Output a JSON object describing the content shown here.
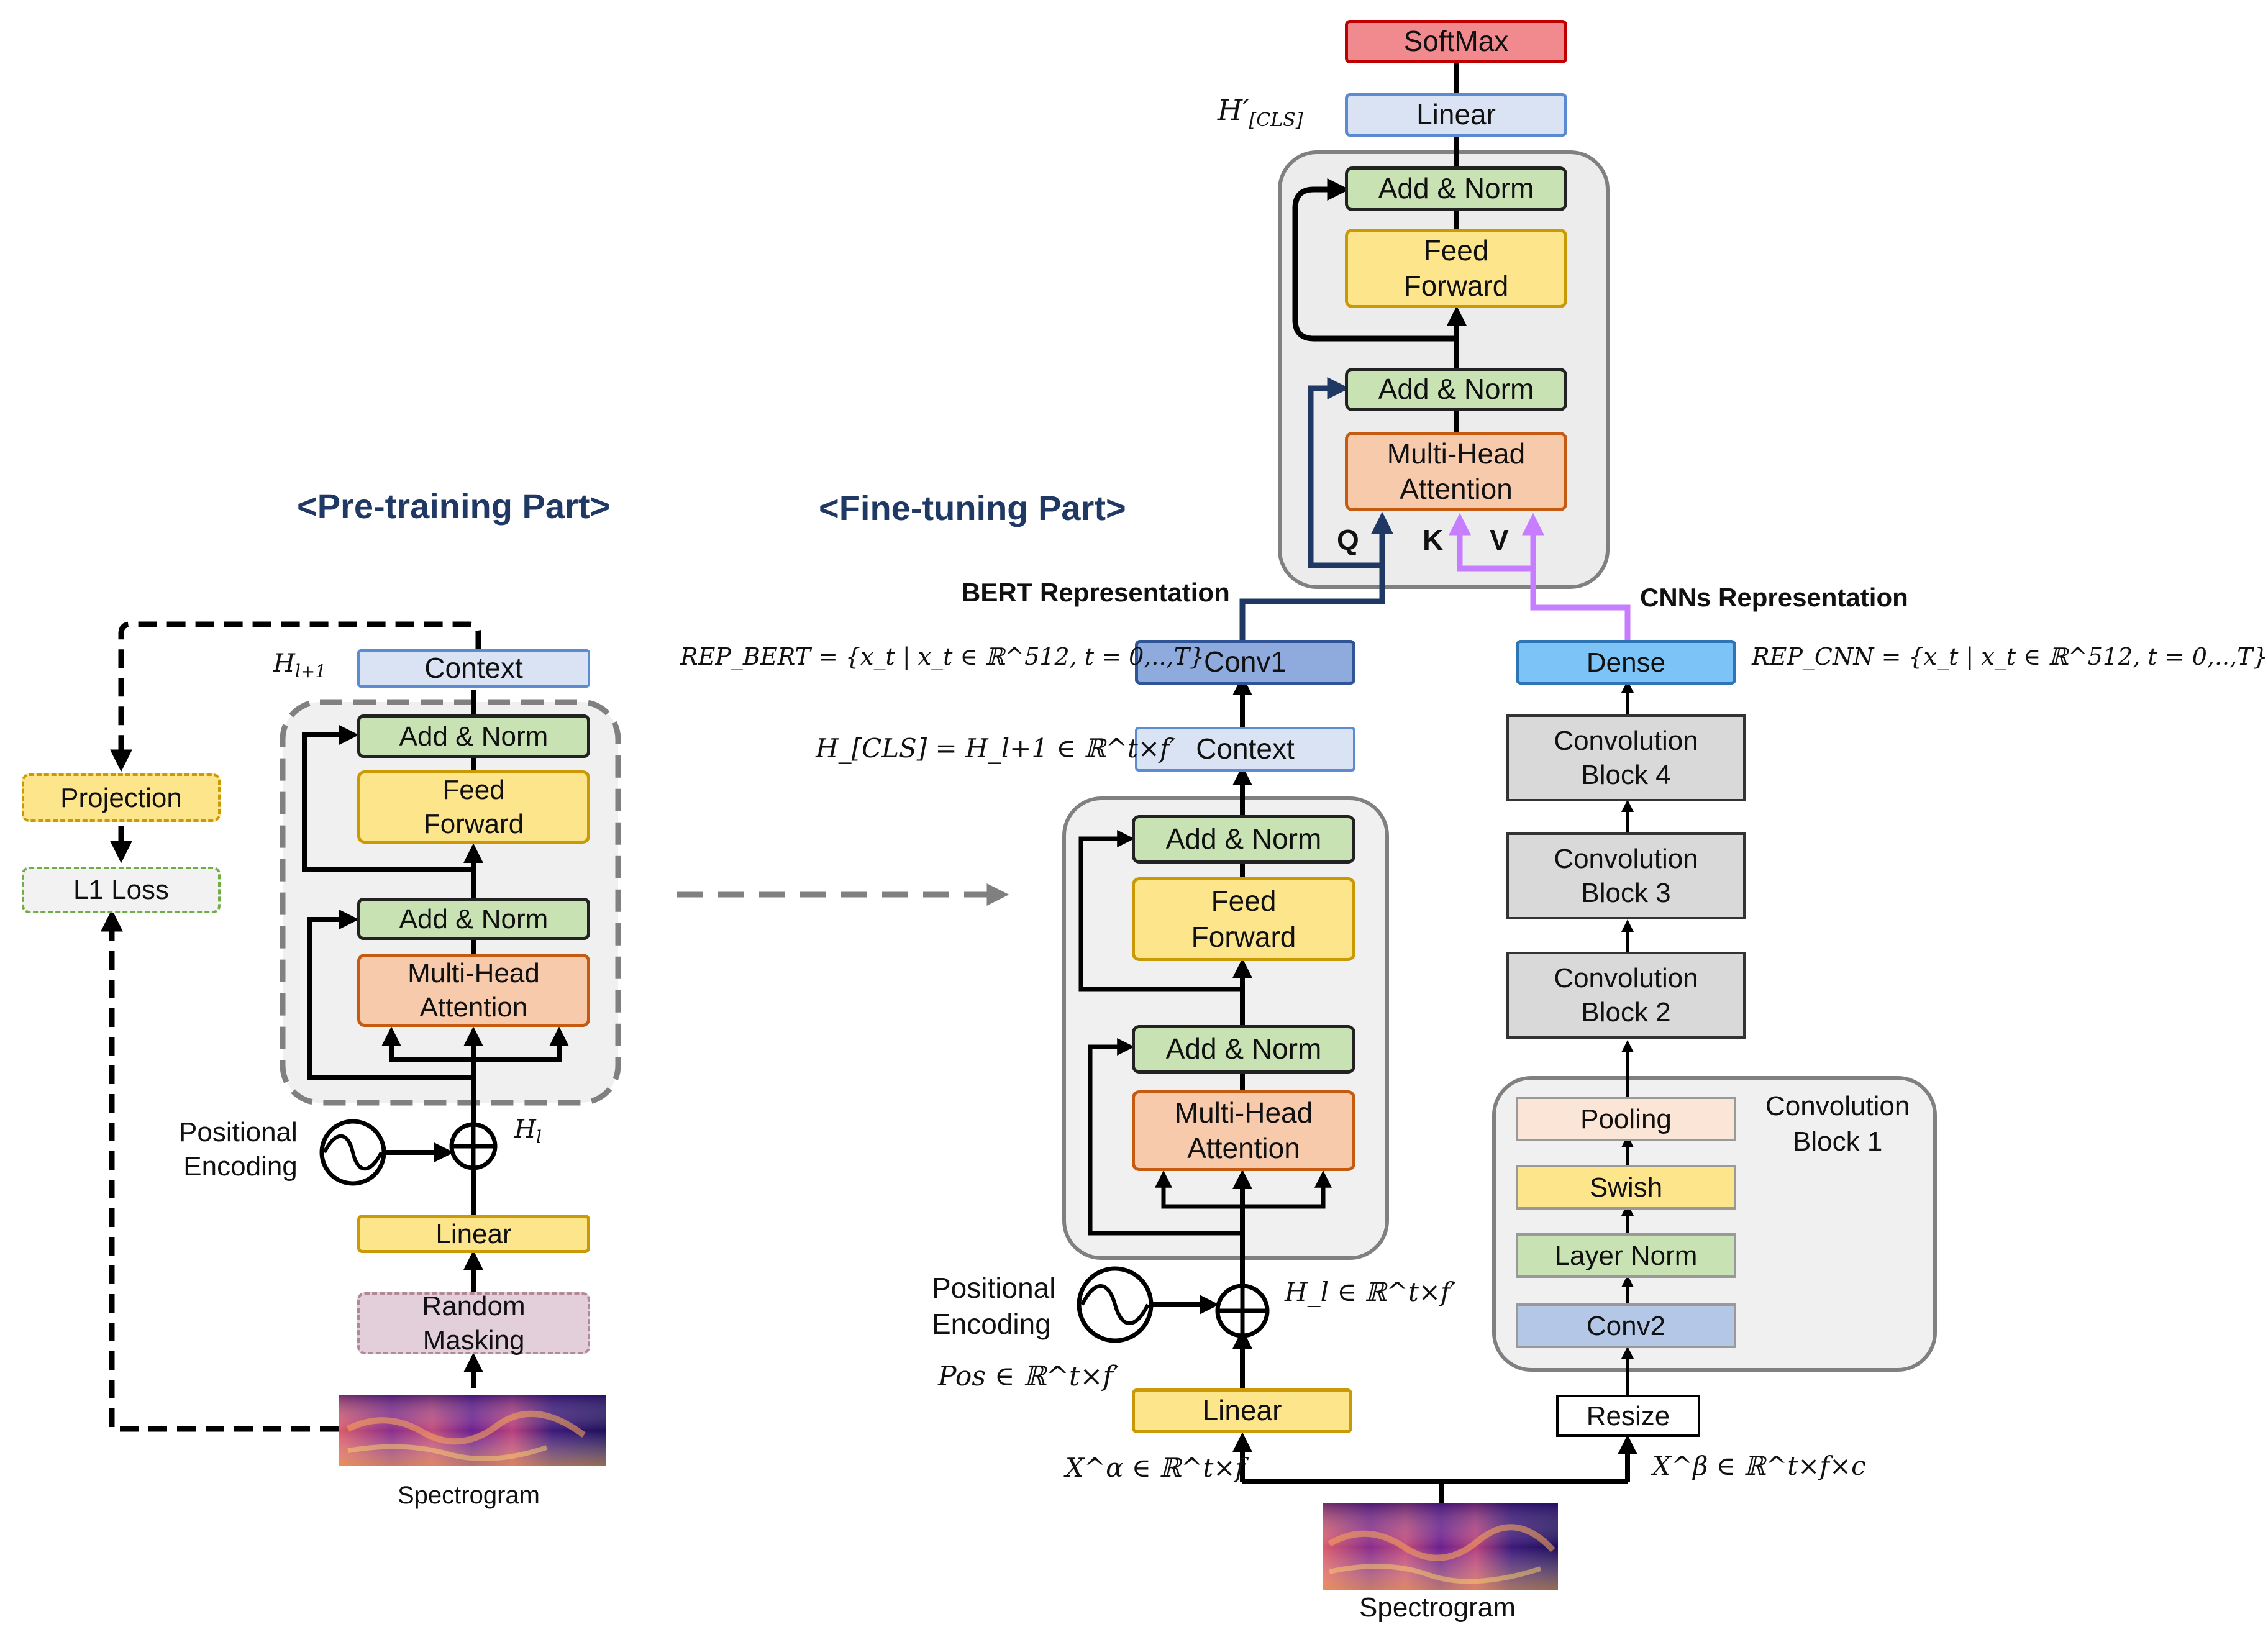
{
  "headings": {
    "pretraining": "<Pre-training Part>",
    "finetuning": "<Fine-tuning Part>"
  },
  "pretrain": {
    "context": "Context",
    "add_norm_top": "Add & Norm",
    "feed_forward": "Feed\nForward",
    "add_norm_bottom": "Add & Norm",
    "multi_head": "Multi-Head\nAttention",
    "positional": "Positional\nEncoding",
    "linear": "Linear",
    "random_masking": "Random\nMasking",
    "spectrogram": "Spectrogram",
    "projection": "Projection",
    "l1_loss": "L1 Loss",
    "h_l1": "H",
    "h_l1_sub": "l+1",
    "h_l": "H",
    "h_l_sub": "l"
  },
  "finetune": {
    "softmax": "SoftMax",
    "linear_top": "Linear",
    "h_cls_prime": "H′",
    "h_cls_prime_sub": "[CLS]",
    "add_norm_top2": "Add & Norm",
    "feed_forward_top": "Feed\nForward",
    "add_norm_top1": "Add & Norm",
    "multi_head_top": "Multi-Head\nAttention",
    "q": "Q",
    "k": "K",
    "v": "V",
    "bert_rep_label": "BERT Representation",
    "cnn_rep_label": "CNNs Representation",
    "rep_bert": "REP_BERT = {x_t | x_t ∈ ℝ^512, t = 0,..,T}",
    "rep_cnn": "REP_CNN = {x_t | x_t ∈ ℝ^512, t = 0,..,T}",
    "conv1": "Conv1",
    "dense": "Dense",
    "context": "Context",
    "h_cls_eq": "H_[CLS] = H_l+1 ∈ ℝ^t×f′",
    "add_norm_2": "Add & Norm",
    "feed_forward": "Feed\nForward",
    "add_norm_1": "Add & Norm",
    "multi_head": "Multi-Head\nAttention",
    "positional": "Positional\nEncoding",
    "pos_eq": "Pos ∈ ℝ^t×f′",
    "h_l_eq": "H_l ∈ ℝ^t×f′",
    "linear": "Linear",
    "x_alpha": "X^α ∈ ℝ^t×f",
    "x_beta": "X^β ∈ ℝ^t×f×c",
    "spectrogram": "Spectrogram",
    "conv_block_4": "Convolution\nBlock 4",
    "conv_block_3": "Convolution\nBlock 3",
    "conv_block_2": "Convolution\nBlock 2",
    "conv_block_1": "Convolution\nBlock 1",
    "pooling": "Pooling",
    "swish": "Swish",
    "layer_norm": "Layer Norm",
    "conv2": "Conv2",
    "resize": "Resize"
  },
  "colors": {
    "add_norm": "#c9e2b4",
    "feed_forward": "#fde58c",
    "attention": "#f7caac",
    "context": "#dae3f3",
    "softmax": "#f08a8f",
    "conv1": "#8faadc",
    "dense": "#7cc3f7",
    "q_arrow": "#1f3864",
    "kv_arrow": "#c77dff"
  }
}
